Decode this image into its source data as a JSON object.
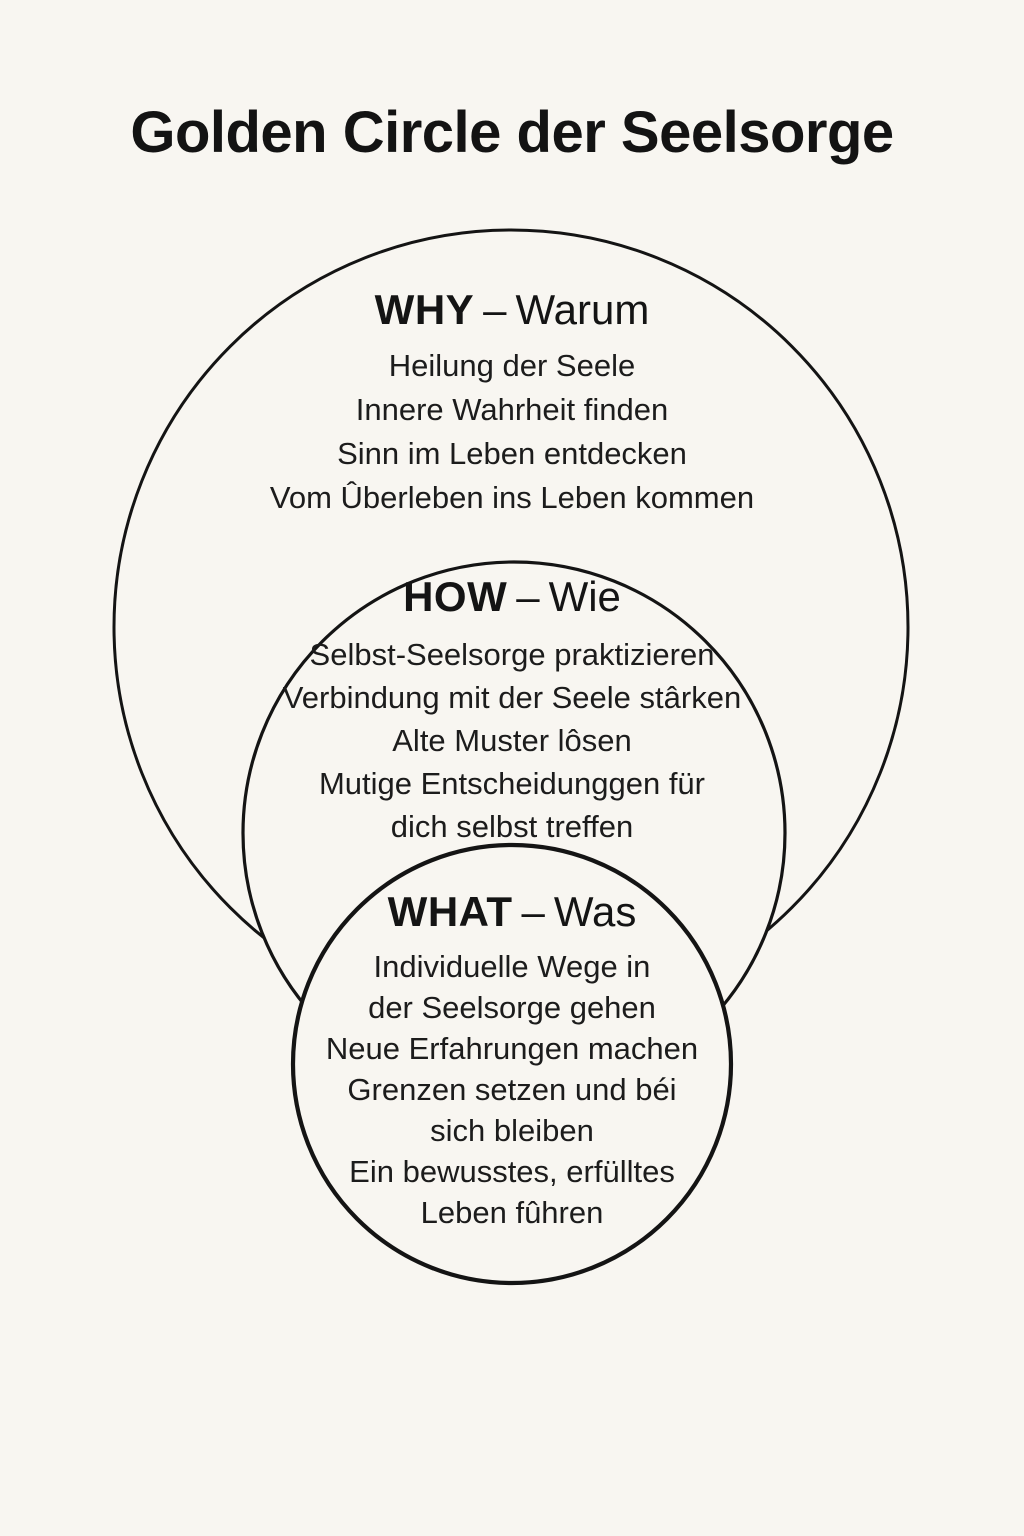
{
  "title": "Golden Circle der Seelsorge",
  "sections": [
    {
      "keyword": "WHY",
      "separator": "–",
      "translation": "Warum",
      "lines": [
        "Heilung der Seele",
        "Innere Wahrheit finden",
        "Sinn im Leben entdecken",
        "Vom Ûberleben ins Leben kommen"
      ]
    },
    {
      "keyword": "HOW",
      "separator": "–",
      "translation": "Wie",
      "lines": [
        "Selbst-Seelsorge praktizieren",
        "Verbindung mit der Seele stârken",
        "Alte Muster lôsen",
        "Mutige Entscheidunggen für",
        "dich selbst treffen"
      ]
    },
    {
      "keyword": "WHAT",
      "separator": "–",
      "translation": "Was",
      "lines": [
        "Individuelle Wege in",
        "der Seelsorge gehen",
        "Neue Erfahrungen machen",
        "Grenzen setzen und béi",
        "sich bleiben",
        "Ein bewusstes, erfülltes",
        "Leben fûhren"
      ]
    }
  ],
  "colors": {
    "background": "#F8F6F1",
    "ink": "#161616",
    "circle_stroke": "#141414"
  }
}
